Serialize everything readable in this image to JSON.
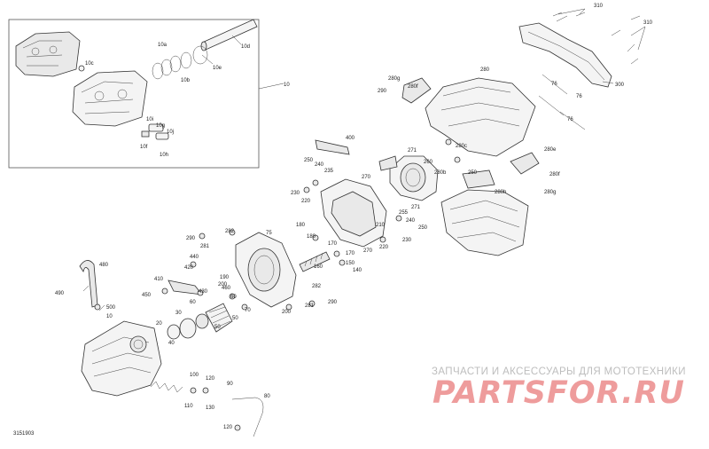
{
  "figure_id": "3151903",
  "watermark": {
    "tagline": "ЗАПЧАСТИ И АКСЕССУАРЫ ДЛЯ МОТОТЕХНИКИ",
    "brand": "PARTSFOR.RU"
  },
  "callouts": {
    "c10": "10",
    "c10a": "10a",
    "c10b": "10b",
    "c10c": "10c",
    "c10d": "10d",
    "c10e": "10e",
    "c10f": "10f",
    "c10g": "10g",
    "c10h": "10h",
    "c10i": "10i",
    "c10j": "10j",
    "c10_box": "10",
    "c20": "20",
    "c30": "30",
    "c40": "40",
    "c50": "50",
    "c60": "60",
    "c70": "70",
    "c75": "75",
    "c80": "80",
    "c90": "90",
    "c100": "100",
    "c110": "110",
    "c120": "120",
    "c120b": "120",
    "c130": "130",
    "c140": "140",
    "c150": "150",
    "c160": "160",
    "c170": "170",
    "c170b": "170",
    "c180": "180",
    "c190": "190",
    "c200": "200",
    "c210": "210",
    "c220": "220",
    "c220b": "220",
    "c230": "230",
    "c235": "235",
    "c240": "240",
    "c240b": "240",
    "c250": "250",
    "c250b": "250",
    "c255": "255",
    "c260": "260",
    "c270": "270",
    "c270b": "270",
    "c271": "271",
    "c271b": "271",
    "c280": "280",
    "c280b": "280b",
    "c280c": "280c",
    "c280e": "280e",
    "c280f": "280f",
    "c280f2": "280f",
    "c280g": "280g",
    "c280g2": "280g",
    "c280h": "280h",
    "c281": "281",
    "c281b": "281",
    "c282": "282",
    "c282b": "282",
    "c290": "290",
    "c290b": "290",
    "c300": "300",
    "c310": "310",
    "c310b": "310",
    "c400": "400",
    "c410": "410",
    "c420": "420",
    "c430": "430",
    "c440": "440",
    "c450": "450",
    "c460": "460",
    "c480": "480",
    "c490": "490",
    "c500": "500",
    "c76a": "76",
    "c76b": "76",
    "c76c": "76"
  }
}
